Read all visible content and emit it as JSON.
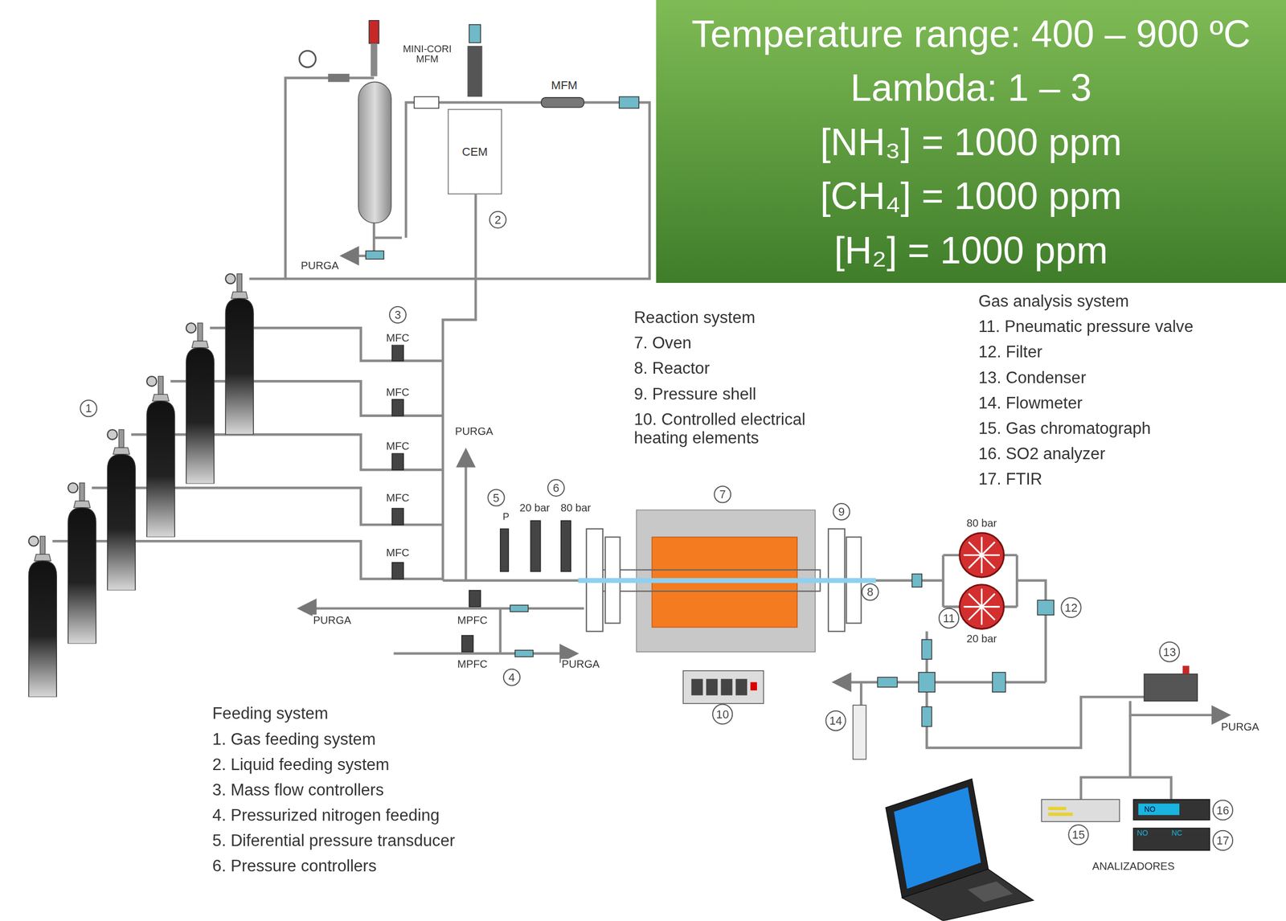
{
  "diagram": {
    "nodes": [
      {
        "text": [
          "Temperature range: 400 – 900 ºC",
          "Lambda: 1 – 3",
          "[NH₃] = 1000 ppm",
          "[CH₄] = 1000 ppm",
          "[H₂] = 1000 ppm"
        ]
      },
      {
        "text": [
          "CEM"
        ]
      }
    ],
    "labels": [
      "MINI-CORI MFM",
      "MFM",
      "PURGA",
      "PURGA",
      "PURGA",
      "PURGA",
      "PURGA",
      "MFC",
      "MFC",
      "MFC",
      "MFC",
      "MFC",
      "MPFC",
      "MPFC",
      "P",
      "20 bar",
      "80 bar",
      "80 bar",
      "20 bar",
      "ANALIZADORES",
      "NO",
      "NO",
      "NC",
      "1",
      "2",
      "3",
      "4",
      "5",
      "6",
      "7",
      "8",
      "9",
      "10",
      "11",
      "12",
      "13",
      "14",
      "15",
      "16",
      "17",
      "Feeding system",
      "1. Gas feeding system",
      "2. Liquid feeding system",
      "3. Mass flow controllers",
      "4. Pressurized nitrogen feeding",
      "5. Diferential pressure transducer",
      "6. Pressure controllers",
      "Reaction system",
      "7. Oven",
      "8. Reactor",
      "9. Pressure shell",
      "10. Controlled electrical heating elements",
      "Gas analysis system",
      "11. Pneumatic pressure valve",
      "12. Filter",
      "13. Condenser",
      "14. Flowmeter",
      "15. Gas chromatograph",
      "16. SO2 analyzer",
      "17. FTIR"
    ]
  }
}
